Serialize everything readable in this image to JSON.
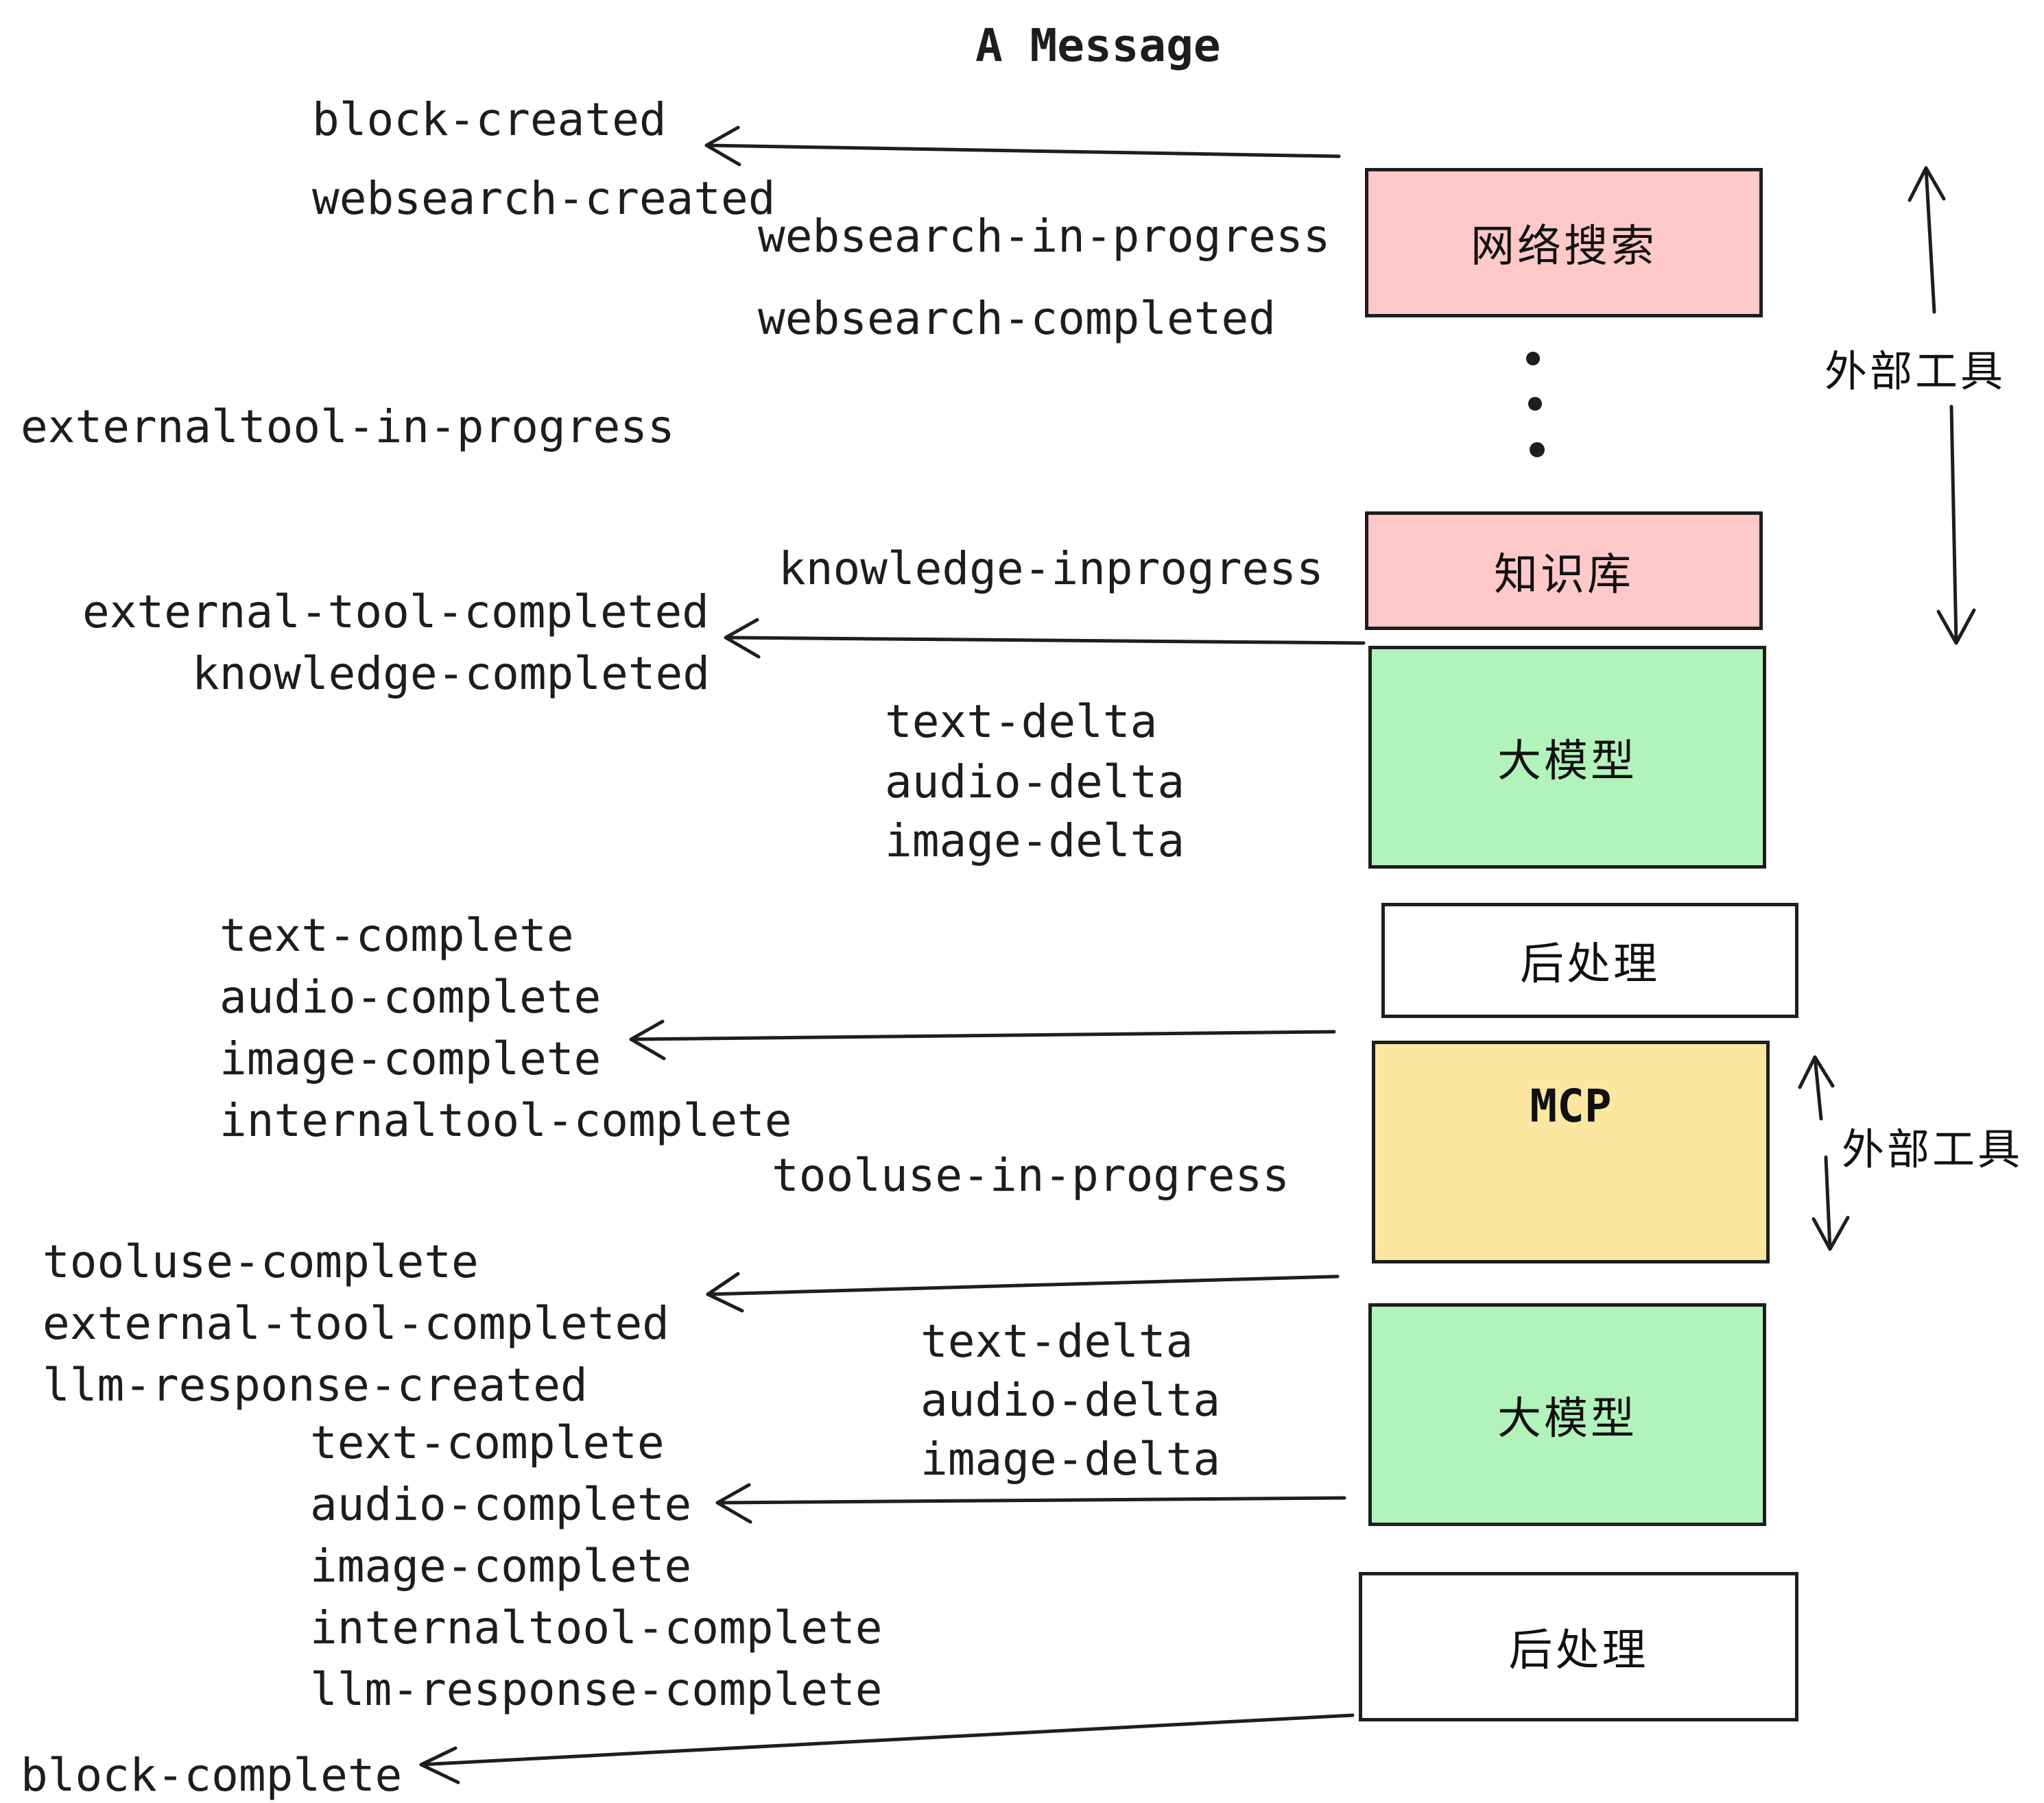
{
  "title": "A Message",
  "events": {
    "block_created": "block-created",
    "websearch_created": "websearch-created",
    "websearch_in_progress": "websearch-in-progress",
    "websearch_completed": "websearch-completed",
    "externaltool_in_progress": "externaltool-in-progress",
    "knowledge_inprogress": "knowledge-inprogress",
    "external_tool_completed": "external-tool-completed",
    "knowledge_completed": "knowledge-completed",
    "text_delta": "text-delta",
    "audio_delta": "audio-delta",
    "image_delta": "image-delta",
    "text_complete": "text-complete",
    "audio_complete": "audio-complete",
    "image_complete": "image-complete",
    "internaltool_complete": "internaltool-complete",
    "tooluse_in_progress": "tooluse-in-progress",
    "tooluse_complete": "tooluse-complete",
    "llm_response_created": "llm-response-created",
    "llm_response_complete": "llm-response-complete",
    "block_complete": "block-complete"
  },
  "boxes": {
    "websearch": "网络搜索",
    "knowledge": "知识库",
    "llm": "大模型",
    "post": "后处理",
    "mcp": "MCP"
  },
  "side_labels": {
    "external_tools": "外部工具"
  },
  "colors": {
    "pink_box": "#ffc9c9",
    "green_box": "#b2f2bb",
    "yellow_box": "#fbe7a0",
    "white_box": "#ffffff",
    "stroke": "#1e1e1e",
    "text": "#1d1d1d"
  }
}
